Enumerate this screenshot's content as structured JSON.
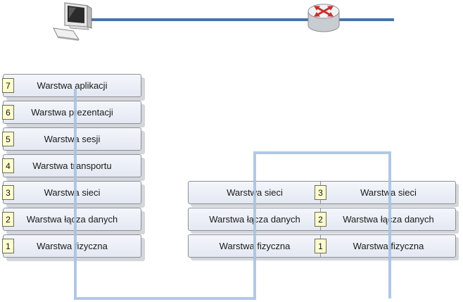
{
  "host_stack": {
    "layers": [
      {
        "num": "7",
        "label": "Warstwa aplikacji"
      },
      {
        "num": "6",
        "label": "Warstwa prezentacji"
      },
      {
        "num": "5",
        "label": "Warstwa sesji"
      },
      {
        "num": "4",
        "label": "Warstwa transportu"
      },
      {
        "num": "3",
        "label": "Warstwa sieci"
      },
      {
        "num": "2",
        "label": "Warstwa łącza danych"
      },
      {
        "num": "1",
        "label": "Warstwa fizyczna"
      }
    ]
  },
  "router_stack": {
    "layers": [
      {
        "num": "3",
        "left": "Warstwa sieci",
        "right": "Warstwa sieci"
      },
      {
        "num": "2",
        "left": "Warstwa łącza danych",
        "right": "Warstwa łącza danych"
      },
      {
        "num": "1",
        "left": "Warstwa fizyczna",
        "right": "Warstwa fizyczna"
      }
    ]
  },
  "icons": {
    "computer": "computer-icon",
    "router": "router-icon"
  },
  "colors": {
    "link": "#4a72a8",
    "path": "#a9c2e2",
    "router": "#c8312b",
    "label_bg": "#fefed0"
  }
}
